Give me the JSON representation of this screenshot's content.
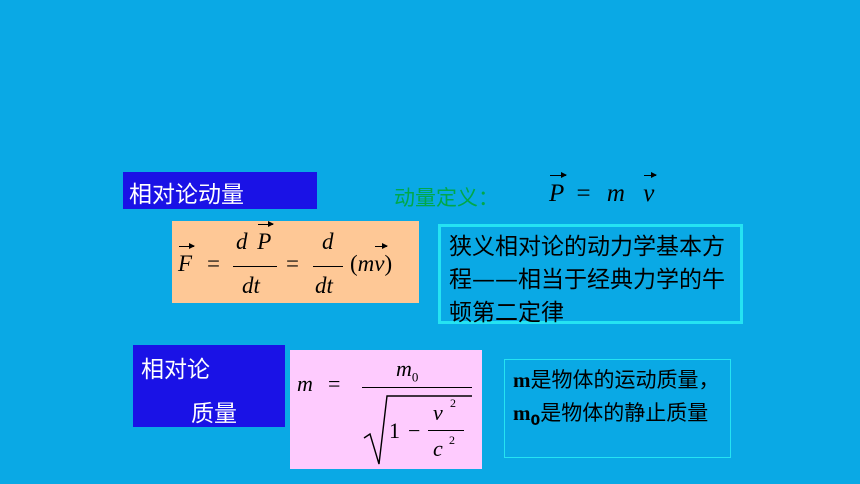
{
  "labels": {
    "momentum_title": "相对论动量",
    "mass_title_1": "相对论",
    "mass_title_2": "质量",
    "momentum_def_label": "动量定义："
  },
  "formulas": {
    "momentum_def": {
      "lhs": "P",
      "eq": "=",
      "m": "m",
      "v": "v"
    },
    "dynamics": {
      "F": "F",
      "d": "d",
      "P": "P",
      "dt": "dt",
      "m": "m",
      "v": "v",
      "eq": "=",
      "lparen": "(",
      "rparen": ")"
    },
    "mass": {
      "m": "m",
      "m0": "m",
      "m0_sub": "0",
      "eq": "=",
      "one": "1",
      "minus": "−",
      "v": "v",
      "c": "c",
      "two": "2"
    }
  },
  "notes": {
    "dynamics_note": "狭义相对论的动力学基本方程——相当于经典力学的牛顿第二定律",
    "mass_note_bold_m": "m",
    "mass_note_part1": "是物体的运动质量，",
    "mass_note_bold_m0": "m",
    "mass_note_sub0": "0",
    "mass_note_part2": "是物体的静止质量"
  },
  "colors": {
    "background": "#0aa9e5",
    "label_fill": "#1a12e6",
    "formula_box_orange": "#fec896",
    "formula_box_pink": "#fecbfe",
    "definition_green": "#00a84a",
    "note_border": "#25e3f2"
  }
}
